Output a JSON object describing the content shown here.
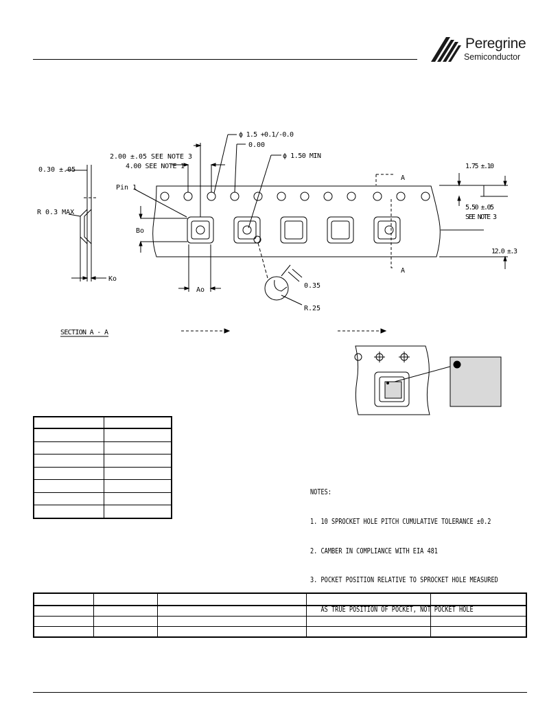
{
  "header": {
    "logo_name": "Peregrine",
    "logo_sub": "Semiconductor"
  },
  "drawing": {
    "labels": {
      "thickness": "0.30 ±.05",
      "radius": "R 0.3 MAX",
      "ko_left": "Ko",
      "pin1": "Pin 1",
      "bo": "Bo",
      "ao": "Ao",
      "pitch_pocket": "2.00 ±.05 SEE NOTE 3",
      "pitch_sprocket": "4.00 SEE NOTE 1",
      "sprocket_dia": "ϕ 1.5 +0.1/-0.0",
      "zero": "0.00",
      "hole_dia": "ϕ 1.50 MIN",
      "section_a_top": "A",
      "section_a_bottom": "A",
      "edge": "1.75 ±.10",
      "pocket_center": "5.50 ±.05",
      "see_note3": "SEE NOTE 3",
      "width": "12.0 ±.3",
      "detail_035": "0.35",
      "detail_r25": "R.25",
      "section_title": "SECTION A - A"
    }
  },
  "notes": {
    "title": "NOTES:",
    "items": [
      "1. 10 SPROCKET HOLE PITCH CUMULATIVE TOLERANCE ±0.2",
      "2. CAMBER IN COMPLIANCE WITH EIA 481",
      "3. POCKET POSITION RELATIVE TO SPROCKET HOLE MEASURED",
      "   AS TRUE POSITION OF POCKET, NOT POCKET HOLE"
    ]
  }
}
